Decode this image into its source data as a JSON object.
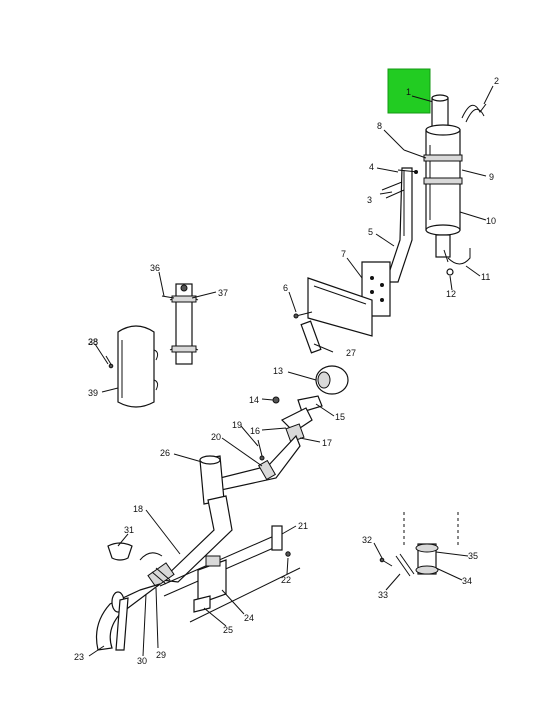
{
  "highlight": {
    "label": "1",
    "color": "#22cc22"
  },
  "callouts": [
    "2",
    "3",
    "4",
    "5",
    "6",
    "7",
    "8",
    "9",
    "10",
    "11",
    "12",
    "13",
    "14",
    "15",
    "16",
    "17",
    "18",
    "19",
    "20",
    "21",
    "22",
    "23",
    "24",
    "25",
    "26",
    "27",
    "28",
    "29",
    "30",
    "31",
    "32",
    "33",
    "34",
    "35",
    "36",
    "37",
    "38",
    "39"
  ],
  "colors": {
    "line": "#111111",
    "background": "#ffffff",
    "highlight": "#22cc22"
  }
}
